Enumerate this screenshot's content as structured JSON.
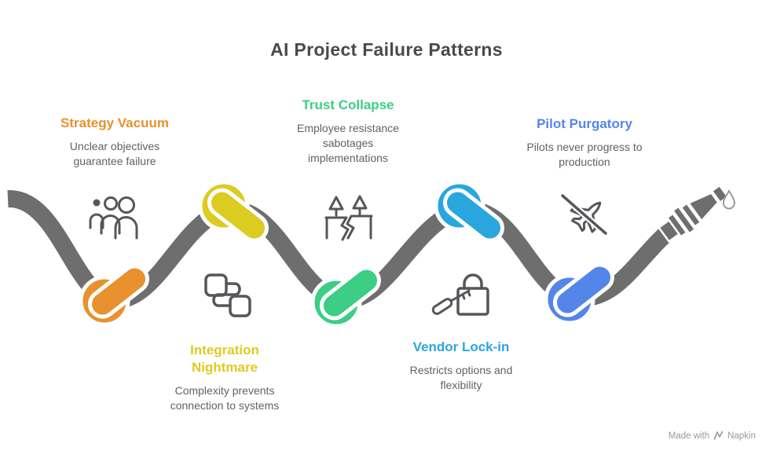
{
  "title": "AI Project Failure Patterns",
  "patterns": [
    {
      "name": "Strategy Vacuum",
      "description": "Unclear objectives guarantee failure",
      "color": "#E8912E",
      "icon": "people-group"
    },
    {
      "name": "Integration Nightmare",
      "description": "Complexity prevents connection to systems",
      "color": "#DCCB20",
      "icon": "workflow-connection"
    },
    {
      "name": "Trust Collapse",
      "description": "Employee resistance sabotages implementations",
      "color": "#3BCE84",
      "icon": "broken-trust"
    },
    {
      "name": "Vendor Lock-in",
      "description": "Restricts options and flexibility",
      "color": "#29A6DE",
      "icon": "lock-and-key"
    },
    {
      "name": "Pilot Purgatory",
      "description": "Pilots never progress to production",
      "color": "#5486EA",
      "icon": "grounded-plane"
    }
  ],
  "watermark": {
    "prefix": "Made with",
    "brand": "Napkin"
  },
  "colors": {
    "background": "#FFFFFF",
    "rope": "#6E6E6E",
    "rope_outline": "#FFFFFF",
    "icon_stroke": "#54565A",
    "title_text": "#4A4A4A",
    "description_text": "#5F6163",
    "watermark_text": "#9A9A9A"
  }
}
